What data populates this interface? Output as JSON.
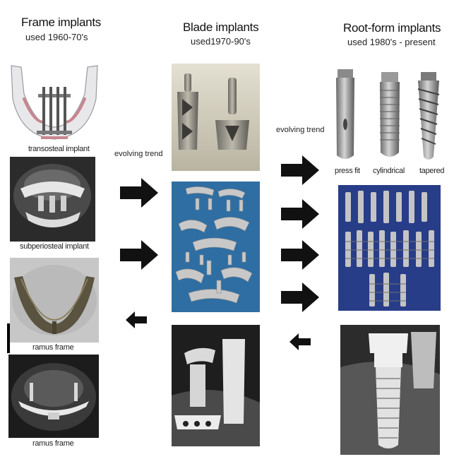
{
  "columns": [
    {
      "id": "frame",
      "title": "Frame implants",
      "subtitle": "used 1960-70's"
    },
    {
      "id": "blade",
      "title": "Blade implants",
      "subtitle": "used1970-90's"
    },
    {
      "id": "root",
      "title": "Root-form implants",
      "subtitle": "used 1980's - present"
    }
  ],
  "frame_captions": {
    "transosteal": "transosteal implant",
    "subperiosteal": "subperiosteal implant",
    "ramus1": "ramus frame",
    "ramus2": "ramus frame"
  },
  "root_captions": {
    "press_fit": "press fit",
    "cylindrical": "cylindrical",
    "tapered": "tapered"
  },
  "trend_labels": {
    "left": "evolving trend",
    "right": "evolving trend"
  },
  "colors": {
    "arrow": "#111111",
    "implant_blue_bg": "#2a3f8a",
    "xray_dark": "#1a1a1a",
    "bone_pink": "#c9868f"
  }
}
